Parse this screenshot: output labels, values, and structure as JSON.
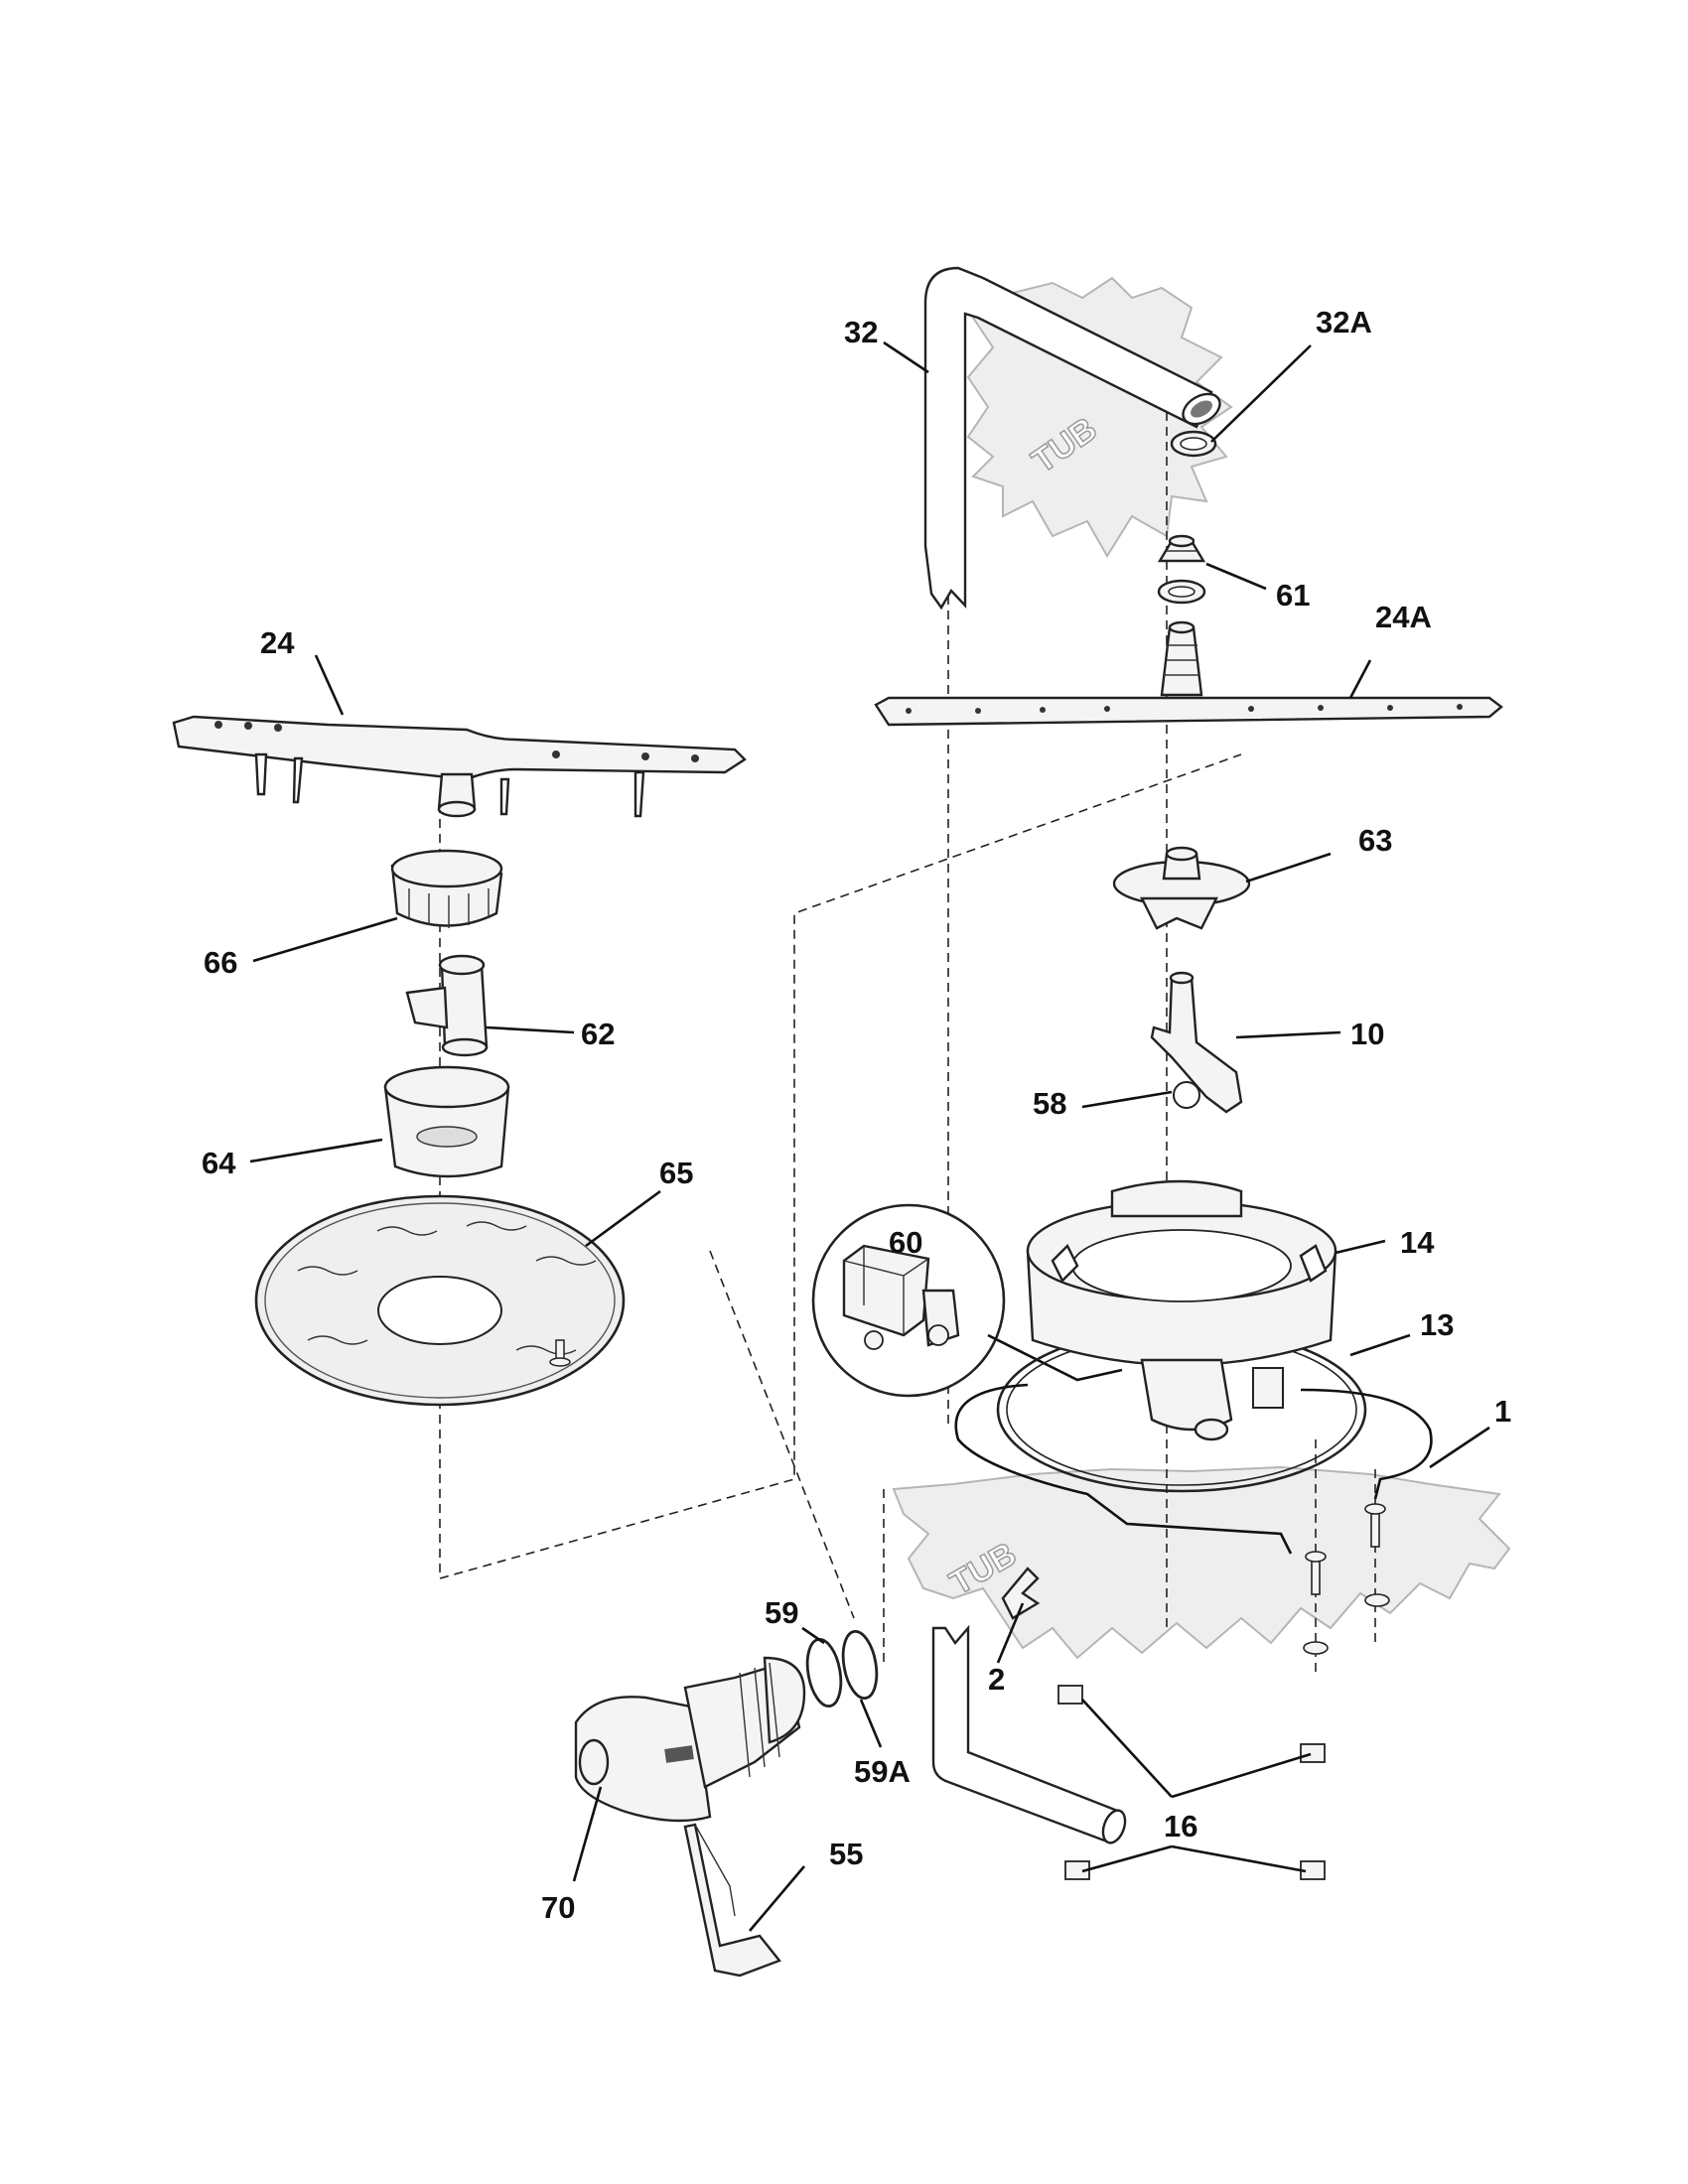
{
  "diagram": {
    "tub_label": "TUB",
    "callouts": {
      "c1": "1",
      "c2": "2",
      "c10": "10",
      "c13": "13",
      "c14": "14",
      "c16": "16",
      "c24": "24",
      "c24A": "24A",
      "c32": "32",
      "c32A": "32A",
      "c55": "55",
      "c58": "58",
      "c59": "59",
      "c59A": "59A",
      "c60": "60",
      "c61": "61",
      "c62": "62",
      "c63": "63",
      "c64": "64",
      "c65": "65",
      "c66": "66",
      "c70": "70"
    }
  }
}
